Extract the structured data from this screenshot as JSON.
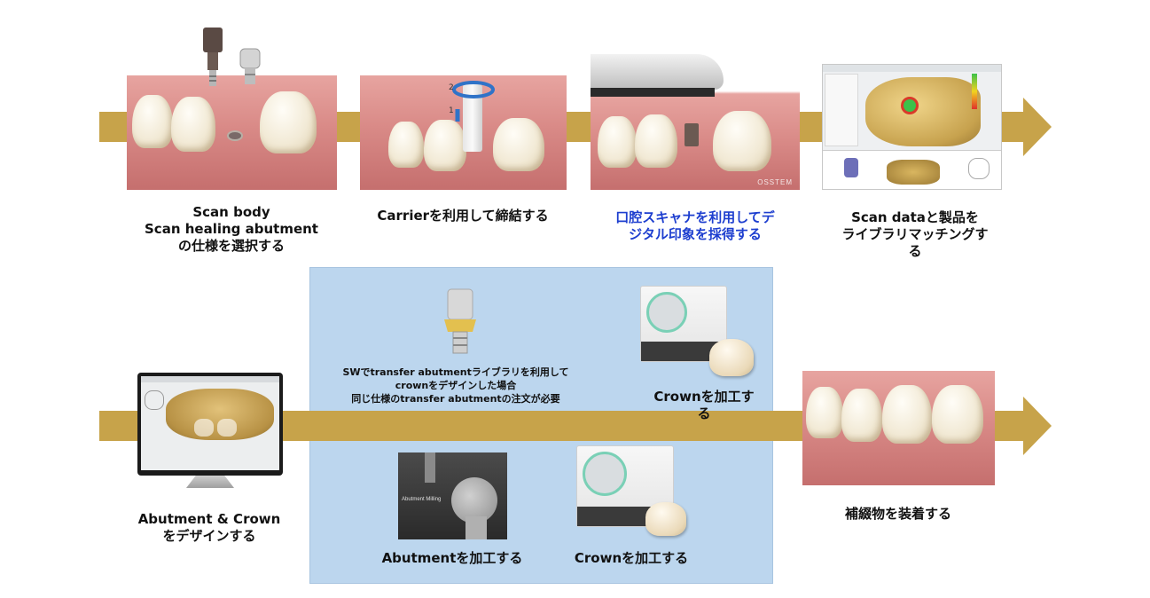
{
  "colors": {
    "arrow": "#c7a34a",
    "panel": "#bcd6ee",
    "accent_text": "#1d3ecf"
  },
  "top_row": {
    "step1_label": "Scan body\nScan healing abutment\nの仕様を選択する",
    "step2_label": "Carrierを利用して締結する",
    "step3_label": "口腔スキャナを利用してデ\nジタル印象を採得する",
    "step4_label": "Scan dataと製品を\nライブラリマッチングす\nる",
    "photo3_brand": "OSSTEM"
  },
  "bottom_row": {
    "design_label": "Abutment & Crown\nをデザインする",
    "note_text": "SWでtransfer abutmentライブラリを利用して\ncrownをデザインした場合\n同じ仕様のtransfer abutmentの注文が必要",
    "crown_mill_top_label": "Crownを加工す\nる",
    "abutment_mill_label": "Abutmentを加工する",
    "crown_mill_bottom_label": "Crownを加工する",
    "final_label": "補綴物を装着する",
    "milling_caption": "Abutment Milling"
  },
  "icons": {
    "step1": "abutment-scan-body-icon",
    "step2": "carrier-rotate-icon",
    "step3": "intraoral-scanner-icon",
    "step4": "library-matching-software-icon"
  }
}
